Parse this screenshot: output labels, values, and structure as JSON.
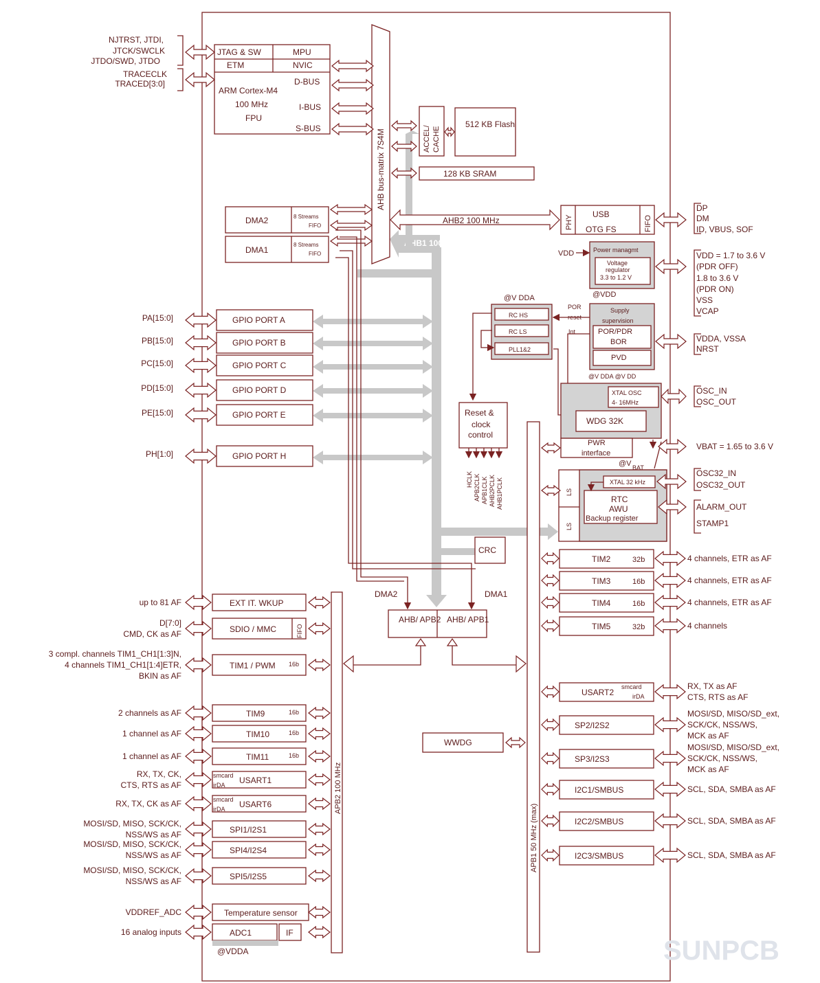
{
  "core": {
    "jtag": "JTAG & SW",
    "mpu": "MPU",
    "etm": "ETM",
    "nvic": "NVIC",
    "cpu_line1": "ARM Cortex-M4",
    "cpu_line2": "100 MHz",
    "cpu_line3": "FPU",
    "dbus": "D-BUS",
    "ibus": "I-BUS",
    "sbus": "S-BUS"
  },
  "bus_matrix": "AHB bus-matrix 7S4M",
  "memory": {
    "accel": "ACCEL/",
    "cache": "CACHE",
    "flash": "512 KB Flash",
    "sram": "128 KB SRAM"
  },
  "dma": {
    "dma2": "DMA2",
    "dma1": "DMA1",
    "streams": "8 Streams",
    "fifo": "FIFO",
    "dma2_arrow": "DMA2",
    "dma1_arrow": "DMA1"
  },
  "buses": {
    "ahb2": "AHB2 100 MHz",
    "ahb1": "AHB1 100 MHz",
    "apb2": "APB2 100 MHz",
    "apb1": "APB1 50 MHz (max)",
    "bridge_apb2": "AHB/ APB2",
    "bridge_apb1": "AHB/ APB1"
  },
  "usb": {
    "phy": "PHY",
    "usb": "USB",
    "otg": "OTG FS",
    "fifo": "FIFO"
  },
  "gpio_ports": [
    {
      "label": "GPIO PORT A",
      "pins": "PA[15:0]"
    },
    {
      "label": "GPIO PORT B",
      "pins": "PB[15:0]"
    },
    {
      "label": "GPIO PORT C",
      "pins": "PC[15:0]"
    },
    {
      "label": "GPIO PORT D",
      "pins": "PD[15:0]"
    },
    {
      "label": "GPIO PORT E",
      "pins": "PE[15:0]"
    },
    {
      "label": "GPIO PORT H",
      "pins": "PH[1:0]"
    }
  ],
  "left_signals": {
    "jtag_pins_1": "NJTRST, JTDI,",
    "jtag_pins_2": "JTCK/SWCLK",
    "jtag_pins_3": "JTDO/SWD, JTDO",
    "trace_1": "TRACECLK",
    "trace_2": "TRACED[3:0]"
  },
  "power": {
    "vdd_label": "VDD",
    "power_mgmt": "Power managmt",
    "regulator_1": "Voltage",
    "regulator_2": "regulator",
    "regulator_3": "3.3 to 1.2 V",
    "at_vdd": "@VDD",
    "supply_1": "Supply",
    "supply_2": "supervision",
    "por_pdr": "POR/PDR",
    "bor": "BOR",
    "pvd": "PVD",
    "por": "POR",
    "reset": "reset",
    "int": "Int",
    "at_vdda_vdd": "@V DDA    @V DD",
    "at_vdda_top": "@V DDA"
  },
  "clocks": {
    "rc_hs": "RC  HS",
    "rc_ls": "RC  LS",
    "pll": "PLL1&2",
    "reset_1": "Reset &",
    "reset_2": "clock",
    "reset_3": "control",
    "outputs": [
      "HCLK",
      "APB2CLK",
      "APB1CLK",
      "AHB2PCLK",
      "AHB1PCLK"
    ],
    "xtal_osc_1": "XTAL OSC",
    "xtal_osc_2": "4- 16MHz",
    "wdg": "WDG 32K",
    "pwr_1": "PWR",
    "pwr_2": "interface",
    "at_vbat": "@V",
    "bat": "BAT",
    "xtal32": "XTAL 32 kHz",
    "rtc": "RTC",
    "awu": "AWU",
    "backup": "Backup register",
    "ls": "LS",
    "crc": "CRC"
  },
  "right_signals": {
    "usb_1": "DP",
    "usb_2": "DM",
    "usb_3": "ID, VBUS, SOF",
    "pwr_1": "VDD = 1.7 to 3.6 V",
    "pwr_2": "(PDR OFF)",
    "pwr_3": "1.8 to 3.6 V",
    "pwr_4": "(PDR ON)",
    "pwr_5": "VSS",
    "pwr_6": "VCAP",
    "vdda_1": "VDDA, VSSA",
    "vdda_2": "NRST",
    "osc_1": "OSC_IN",
    "osc_2": "OSC_OUT",
    "vbat": "VBAT = 1.65 to 3.6 V",
    "osc32_1": "OSC32_IN",
    "osc32_2": "OSC32_OUT",
    "alarm": "ALARM_OUT",
    "stamp": "STAMP1"
  },
  "apb1_periphs": [
    {
      "name": "TIM2",
      "bits": "32b",
      "signals": [
        "4 channels, ETR as AF"
      ]
    },
    {
      "name": "TIM3",
      "bits": "16b",
      "signals": [
        "4 channels, ETR as AF"
      ]
    },
    {
      "name": "TIM4",
      "bits": "16b",
      "signals": [
        "4 channels, ETR as AF"
      ]
    },
    {
      "name": "TIM5",
      "bits": "32b",
      "signals": [
        "4 channels"
      ]
    },
    {
      "name": "USART2",
      "bits": "",
      "tag1": "smcard",
      "tag2": "irDA",
      "signals": [
        "RX, TX as AF",
        "CTS, RTS as AF"
      ]
    },
    {
      "name": "SP2/I2S2",
      "bits": "",
      "signals": [
        "MOSI/SD, MISO/SD_ext,",
        "SCK/CK, NSS/WS,",
        "MCK as AF"
      ]
    },
    {
      "name": "SP3/I2S3",
      "bits": "",
      "signals": [
        "MOSI/SD, MISO/SD_ext,",
        "SCK/CK, NSS/WS,",
        "MCK as AF"
      ]
    },
    {
      "name": "I2C1/SMBUS",
      "bits": "",
      "signals": [
        "SCL, SDA, SMBA as AF"
      ]
    },
    {
      "name": "I2C2/SMBUS",
      "bits": "",
      "signals": [
        "SCL, SDA, SMBA as AF"
      ]
    },
    {
      "name": "I2C3/SMBUS",
      "bits": "",
      "signals": [
        "SCL, SDA, SMBA as AF"
      ]
    }
  ],
  "wwdg": "WWDG",
  "apb2_periphs": [
    {
      "name": "EXT IT. WKUP",
      "bits": "",
      "signals": [
        "up to 81 AF"
      ]
    },
    {
      "name": "SDIO / MMC",
      "bits": "",
      "fifo": "FIFO",
      "signals": [
        "D[7:0]",
        "CMD, CK as AF"
      ]
    },
    {
      "name": "TIM1 / PWM",
      "bits": "16b",
      "signals": [
        "3 compl. channels TIM1_CH1[1:3]N,",
        "4 channels TIM1_CH1[1:4]ETR,",
        "BKIN as AF"
      ]
    },
    {
      "name": "TIM9",
      "bits": "16b",
      "signals": [
        "2 channels as AF"
      ]
    },
    {
      "name": "TIM10",
      "bits": "16b",
      "signals": [
        "1 channel as AF"
      ]
    },
    {
      "name": "TIM11",
      "bits": "16b",
      "signals": [
        "1 channel as AF"
      ]
    },
    {
      "name": "USART1",
      "bits": "",
      "tag1": "smcard",
      "tag2": "irDA",
      "signals": [
        "RX, TX, CK,",
        "CTS, RTS as AF"
      ]
    },
    {
      "name": "USART6",
      "bits": "",
      "tag1": "smcard",
      "tag2": "irDA",
      "signals": [
        "RX, TX, CK as AF"
      ]
    },
    {
      "name": "SPI1/I2S1",
      "bits": "",
      "signals": [
        "MOSI/SD, MISO, SCK/CK,",
        "NSS/WS as AF"
      ]
    },
    {
      "name": "SPI4/I2S4",
      "bits": "",
      "signals": [
        "MOSI/SD, MISO, SCK/CK,",
        "NSS/WS as AF"
      ]
    },
    {
      "name": "SPI5/I2S5",
      "bits": "",
      "signals": [
        "MOSI/SD, MISO, SCK/CK,",
        "NSS/WS as AF"
      ]
    },
    {
      "name": "Temperature sensor",
      "bits": "",
      "signals": [
        "VDDREF_ADC"
      ]
    },
    {
      "name": "ADC1",
      "bits": "",
      "if": "IF",
      "signals": [
        "16 analog inputs"
      ]
    }
  ],
  "adc_supply": "@VDDA",
  "watermark": "SUNPCB"
}
